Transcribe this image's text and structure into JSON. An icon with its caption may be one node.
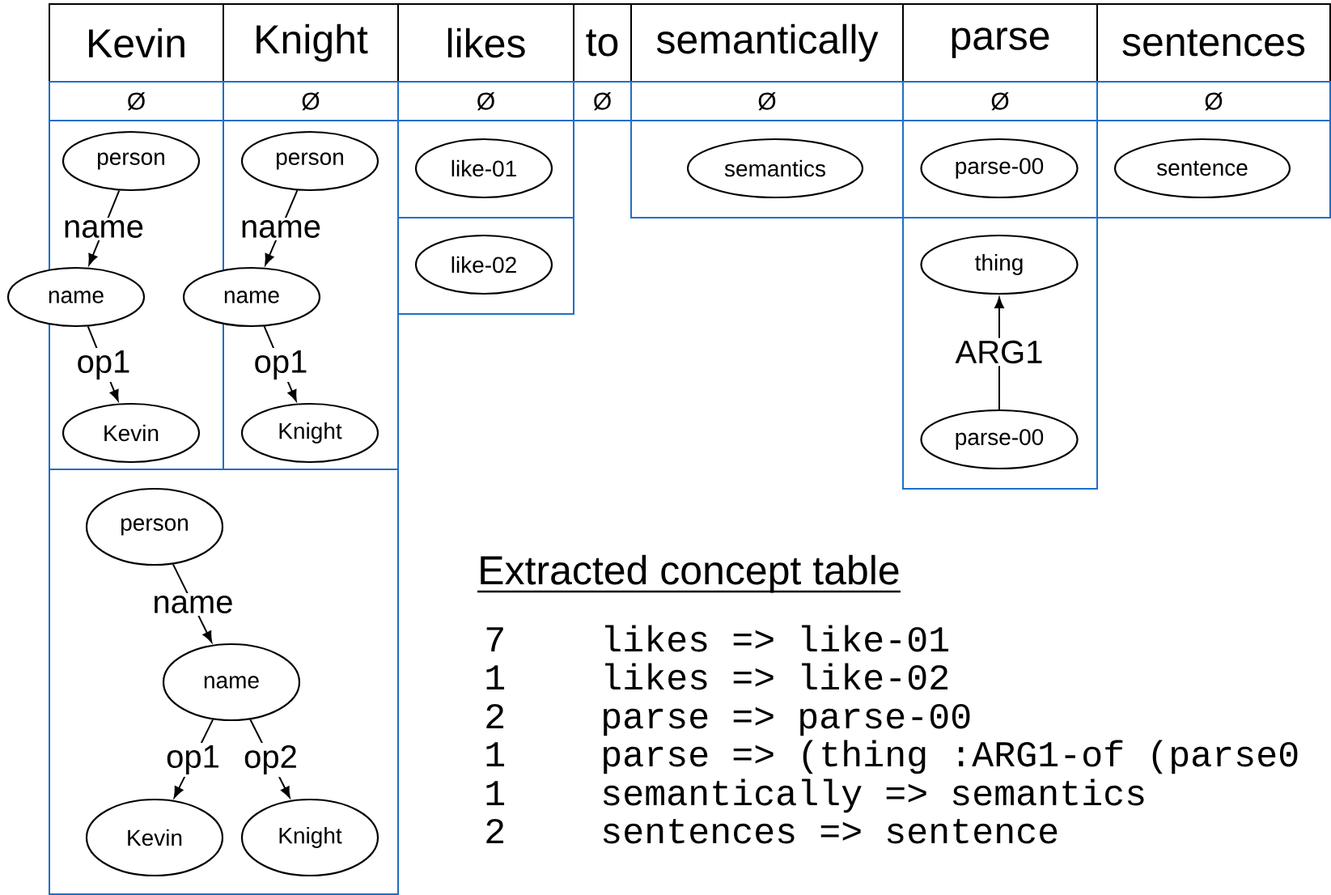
{
  "diagram": {
    "nodes": [
      {
        "text": [
          "Kevin"
        ]
      },
      {
        "text": [
          "Knight"
        ]
      },
      {
        "text": [
          "likes"
        ]
      },
      {
        "text": [
          "to"
        ]
      },
      {
        "text": [
          "semantically"
        ]
      },
      {
        "text": [
          "parse"
        ]
      },
      {
        "text": [
          "sentences"
        ]
      },
      {
        "text": [
          "Ø"
        ]
      },
      {
        "text": [
          "Ø"
        ]
      },
      {
        "text": [
          "Ø"
        ]
      },
      {
        "text": [
          "Ø"
        ]
      },
      {
        "text": [
          "Ø"
        ]
      },
      {
        "text": [
          "Ø"
        ]
      },
      {
        "text": [
          "Ø"
        ]
      },
      {
        "text": [],
        "shape": "box"
      },
      {
        "text": [
          "person"
        ],
        "in": 14
      },
      {
        "text": [
          "name"
        ]
      },
      {
        "text": [
          "Kevin"
        ],
        "in": 14
      },
      {
        "text": [],
        "shape": "box"
      },
      {
        "text": [
          "person"
        ],
        "in": 18
      },
      {
        "text": [
          "name"
        ]
      },
      {
        "text": [
          "Knight"
        ],
        "in": 18
      },
      {
        "text": [],
        "shape": "box"
      },
      {
        "text": [
          "like-01"
        ],
        "in": 22
      },
      {
        "text": [],
        "shape": "box"
      },
      {
        "text": [
          "like-02"
        ],
        "in": 24
      },
      {
        "text": [],
        "shape": "box"
      },
      {
        "text": [
          "semantics"
        ],
        "in": 26
      },
      {
        "text": [],
        "shape": "box"
      },
      {
        "text": [
          "parse-00"
        ],
        "in": 28
      },
      {
        "text": [],
        "shape": "box"
      },
      {
        "text": [
          "sentence"
        ],
        "in": 30
      },
      {
        "text": [],
        "shape": "box"
      },
      {
        "text": [
          "thing"
        ],
        "in": 32
      },
      {
        "text": [
          "parse-00"
        ],
        "in": 32
      },
      {
        "text": [],
        "shape": "box"
      },
      {
        "text": [
          "person"
        ],
        "in": 35
      },
      {
        "text": [
          "name"
        ],
        "in": 35
      },
      {
        "text": [
          "Kevin"
        ],
        "in": 35
      },
      {
        "text": [
          "Knight"
        ],
        "in": 35
      }
    ],
    "edges": [
      {
        "from": 15,
        "to": 16,
        "arrow": "to",
        "label": "name"
      },
      {
        "from": 16,
        "to": 17,
        "arrow": "to",
        "label": "op1"
      },
      {
        "from": 19,
        "to": 20,
        "arrow": "to",
        "label": "name"
      },
      {
        "from": 20,
        "to": 21,
        "arrow": "to",
        "label": "op1"
      },
      {
        "from": 34,
        "to": 33,
        "arrow": "to",
        "label": "ARG1"
      },
      {
        "from": 36,
        "to": 37,
        "arrow": "to",
        "label": "name"
      },
      {
        "from": 37,
        "to": 38,
        "arrow": "to",
        "label": "op1"
      },
      {
        "from": 37,
        "to": 39,
        "arrow": "to",
        "label": "op2"
      }
    ],
    "labels": [
      "Extracted concept table",
      "7",
      "likes => like-01",
      "1",
      "likes => like-02",
      "2",
      "parse => parse-00",
      "1",
      "parse => (thing :ARG1-of (parse0",
      "1",
      "semantically => semantics",
      "2",
      "sentences => sentence"
    ]
  }
}
